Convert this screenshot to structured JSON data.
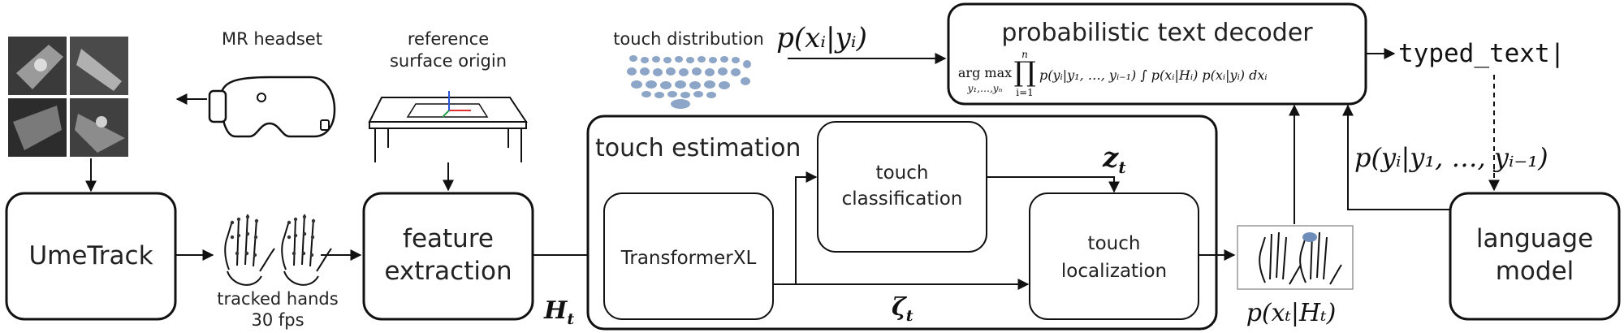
{
  "colors": {
    "stroke": "#111111",
    "touch_dot": "#8da6c8",
    "touch_dot_dark": "#6e8db8",
    "axis_red": "#e03030",
    "axis_green": "#2aa34a",
    "axis_blue": "#2a55d8"
  },
  "labels": {
    "mr_headset": "MR headset",
    "reference_line1": "reference",
    "reference_line2": "surface origin",
    "touch_distribution": "touch distribution",
    "tracked_hands_line1": "tracked hands",
    "tracked_hands_line2": "30 fps",
    "typed_text": "typed_text|"
  },
  "boxes": {
    "umetrack": "UmeTrack",
    "feature_line1": "feature",
    "feature_line2": "extraction",
    "touch_estimation": "touch estimation",
    "transformerxl": "TransformerXL",
    "classification_line1": "touch",
    "classification_line2": "classification",
    "localization_line1": "touch",
    "localization_line2": "localization",
    "decoder_title": "probabilistic text decoder",
    "language_line1": "language",
    "language_line2": "model"
  },
  "math": {
    "H_t": "H",
    "H_t_sub": "t",
    "z_t": "z",
    "z_t_sub": "t",
    "zeta_t": "ζ",
    "zeta_t_sub": "t",
    "p_xi_yi": "p(xᵢ|yᵢ)",
    "p_xt_Ht": "p(xₜ|Hₜ)",
    "p_yi_prev": "p(yᵢ|y₁, …, yᵢ₋₁)",
    "decoder_formula_argmax": "arg max",
    "decoder_formula_argmax_sub": "y₁,…,yₙ",
    "decoder_formula_prod": "∏",
    "decoder_formula_prod_top": "n",
    "decoder_formula_prod_bot": "i=1",
    "decoder_formula_body": "p(yᵢ|y₁, …, yᵢ₋₁) ∫ p(xᵢ|Hᵢ) p(xᵢ|yᵢ) dxᵢ"
  },
  "icons": [
    "camera-views-image",
    "vr-headset-icon",
    "table-icon",
    "hand-icon",
    "touch-dots-image",
    "hands-touch-image"
  ]
}
